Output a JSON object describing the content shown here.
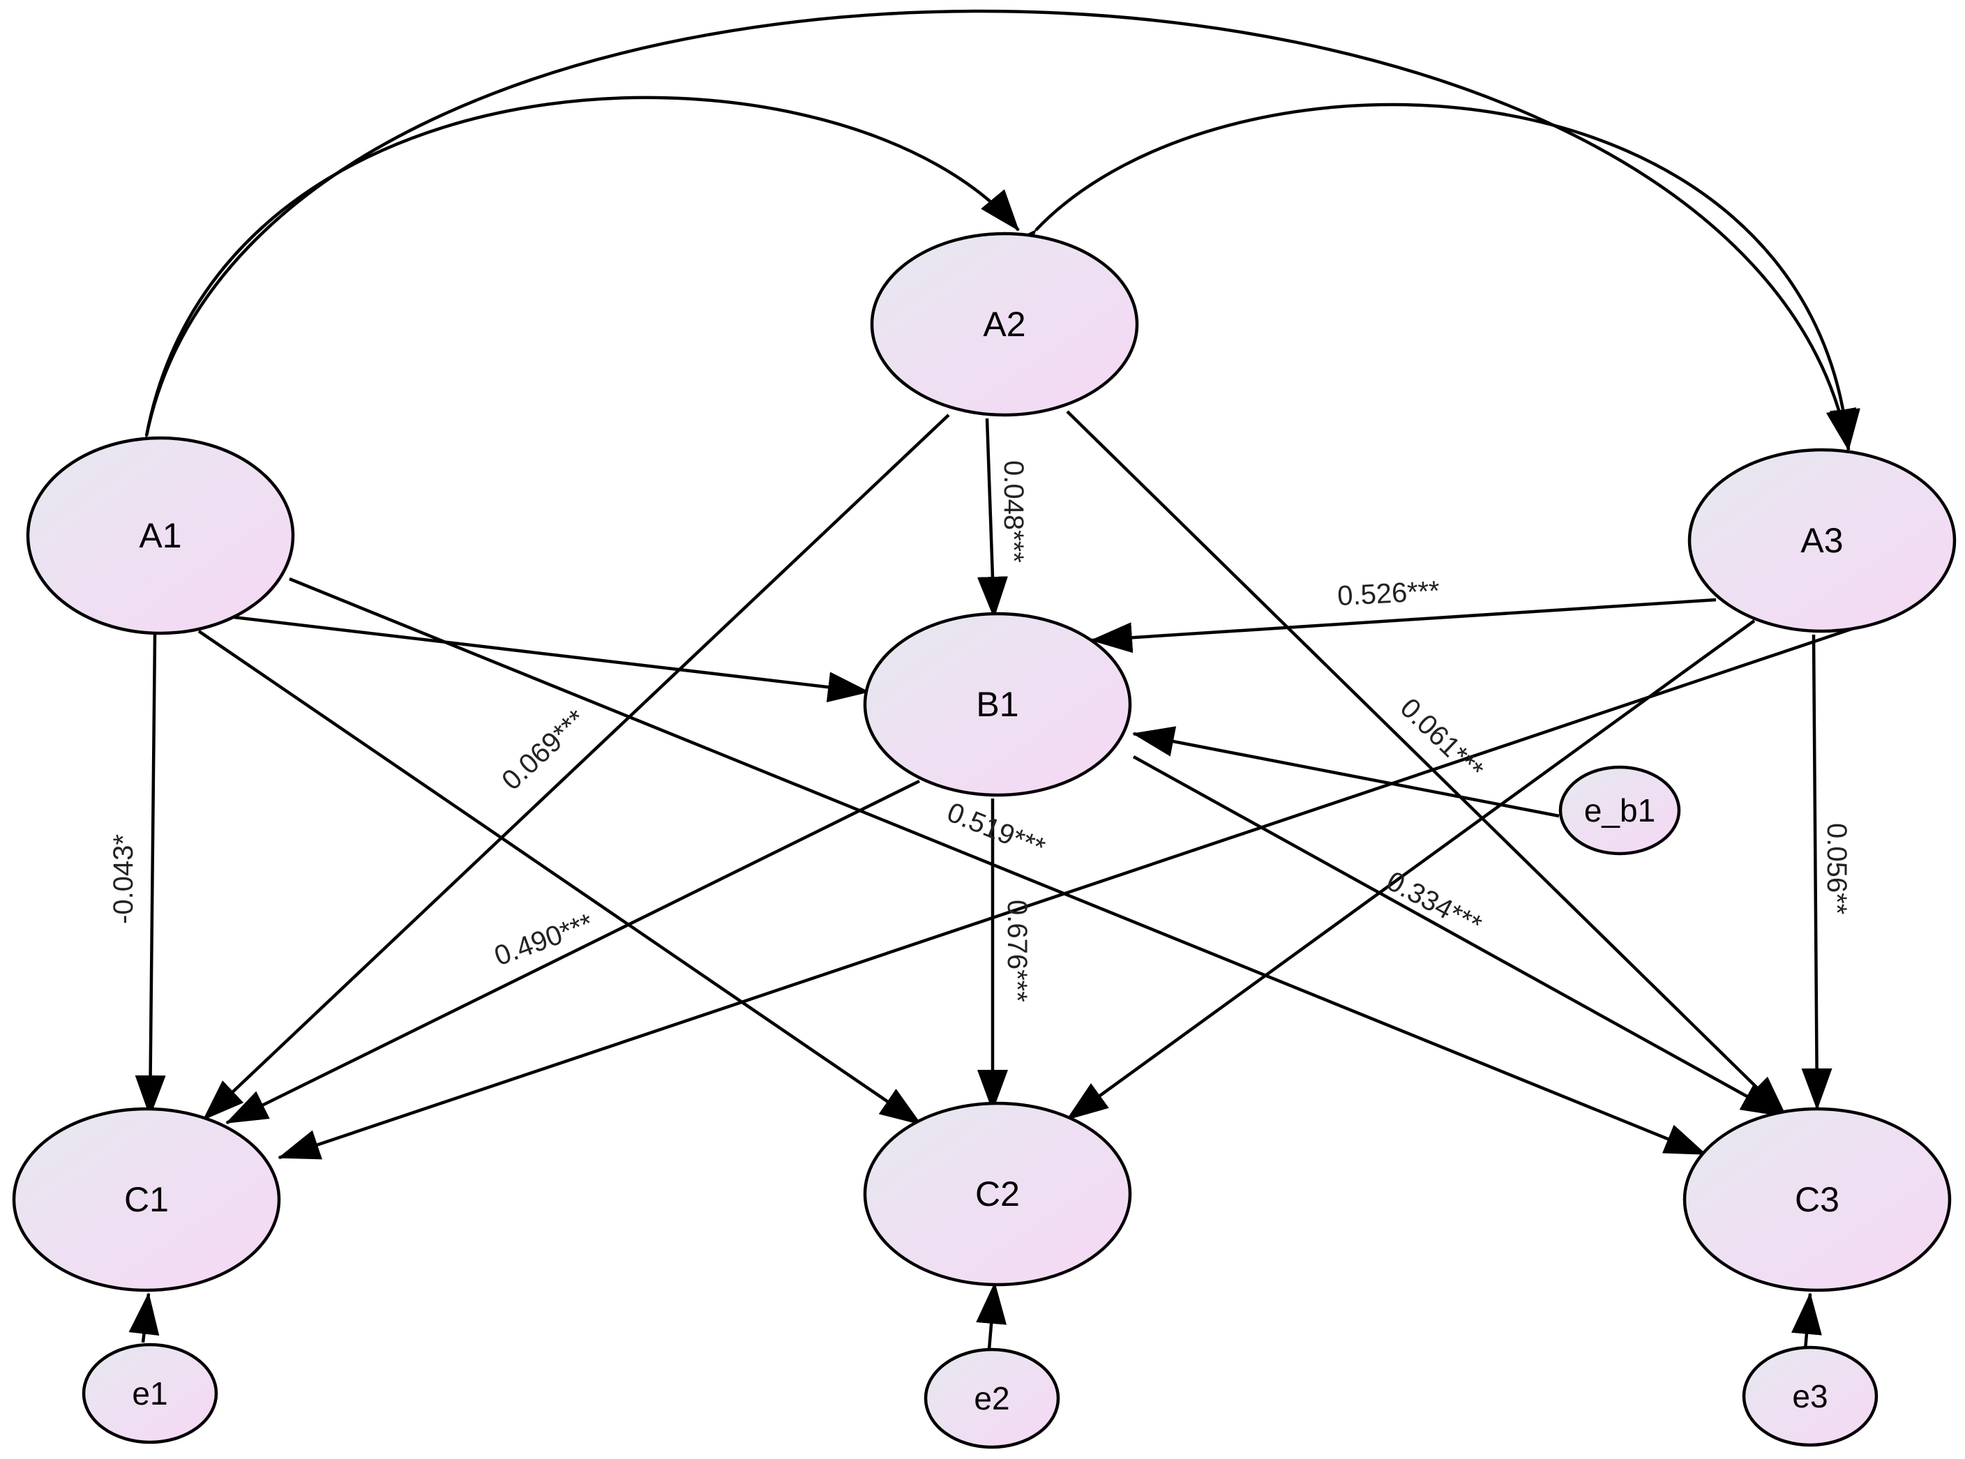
{
  "nodes": {
    "A1": "A1",
    "A2": "A2",
    "A3": "A3",
    "B1": "B1",
    "C1": "C1",
    "C2": "C2",
    "C3": "C3",
    "e1": "e1",
    "e2": "e2",
    "e3": "e3",
    "e_b1": "e_b1"
  },
  "edge_labels": {
    "A2_B1": "0.048***",
    "A3_B1": "0.526***",
    "A2_C1": "0.069***",
    "A2_C3": "0.061***",
    "A1_C1": "-0.043*",
    "A1_C3": "0.519***",
    "A3_C1": "0.490***",
    "B1_C2": "0.676***",
    "B1_C3": "0.334***",
    "A3_C3": "0.056**"
  },
  "colors": {
    "node_fill_start": "#e6e8f0",
    "node_fill_end": "#f6d8f4",
    "stroke": "#000000"
  }
}
